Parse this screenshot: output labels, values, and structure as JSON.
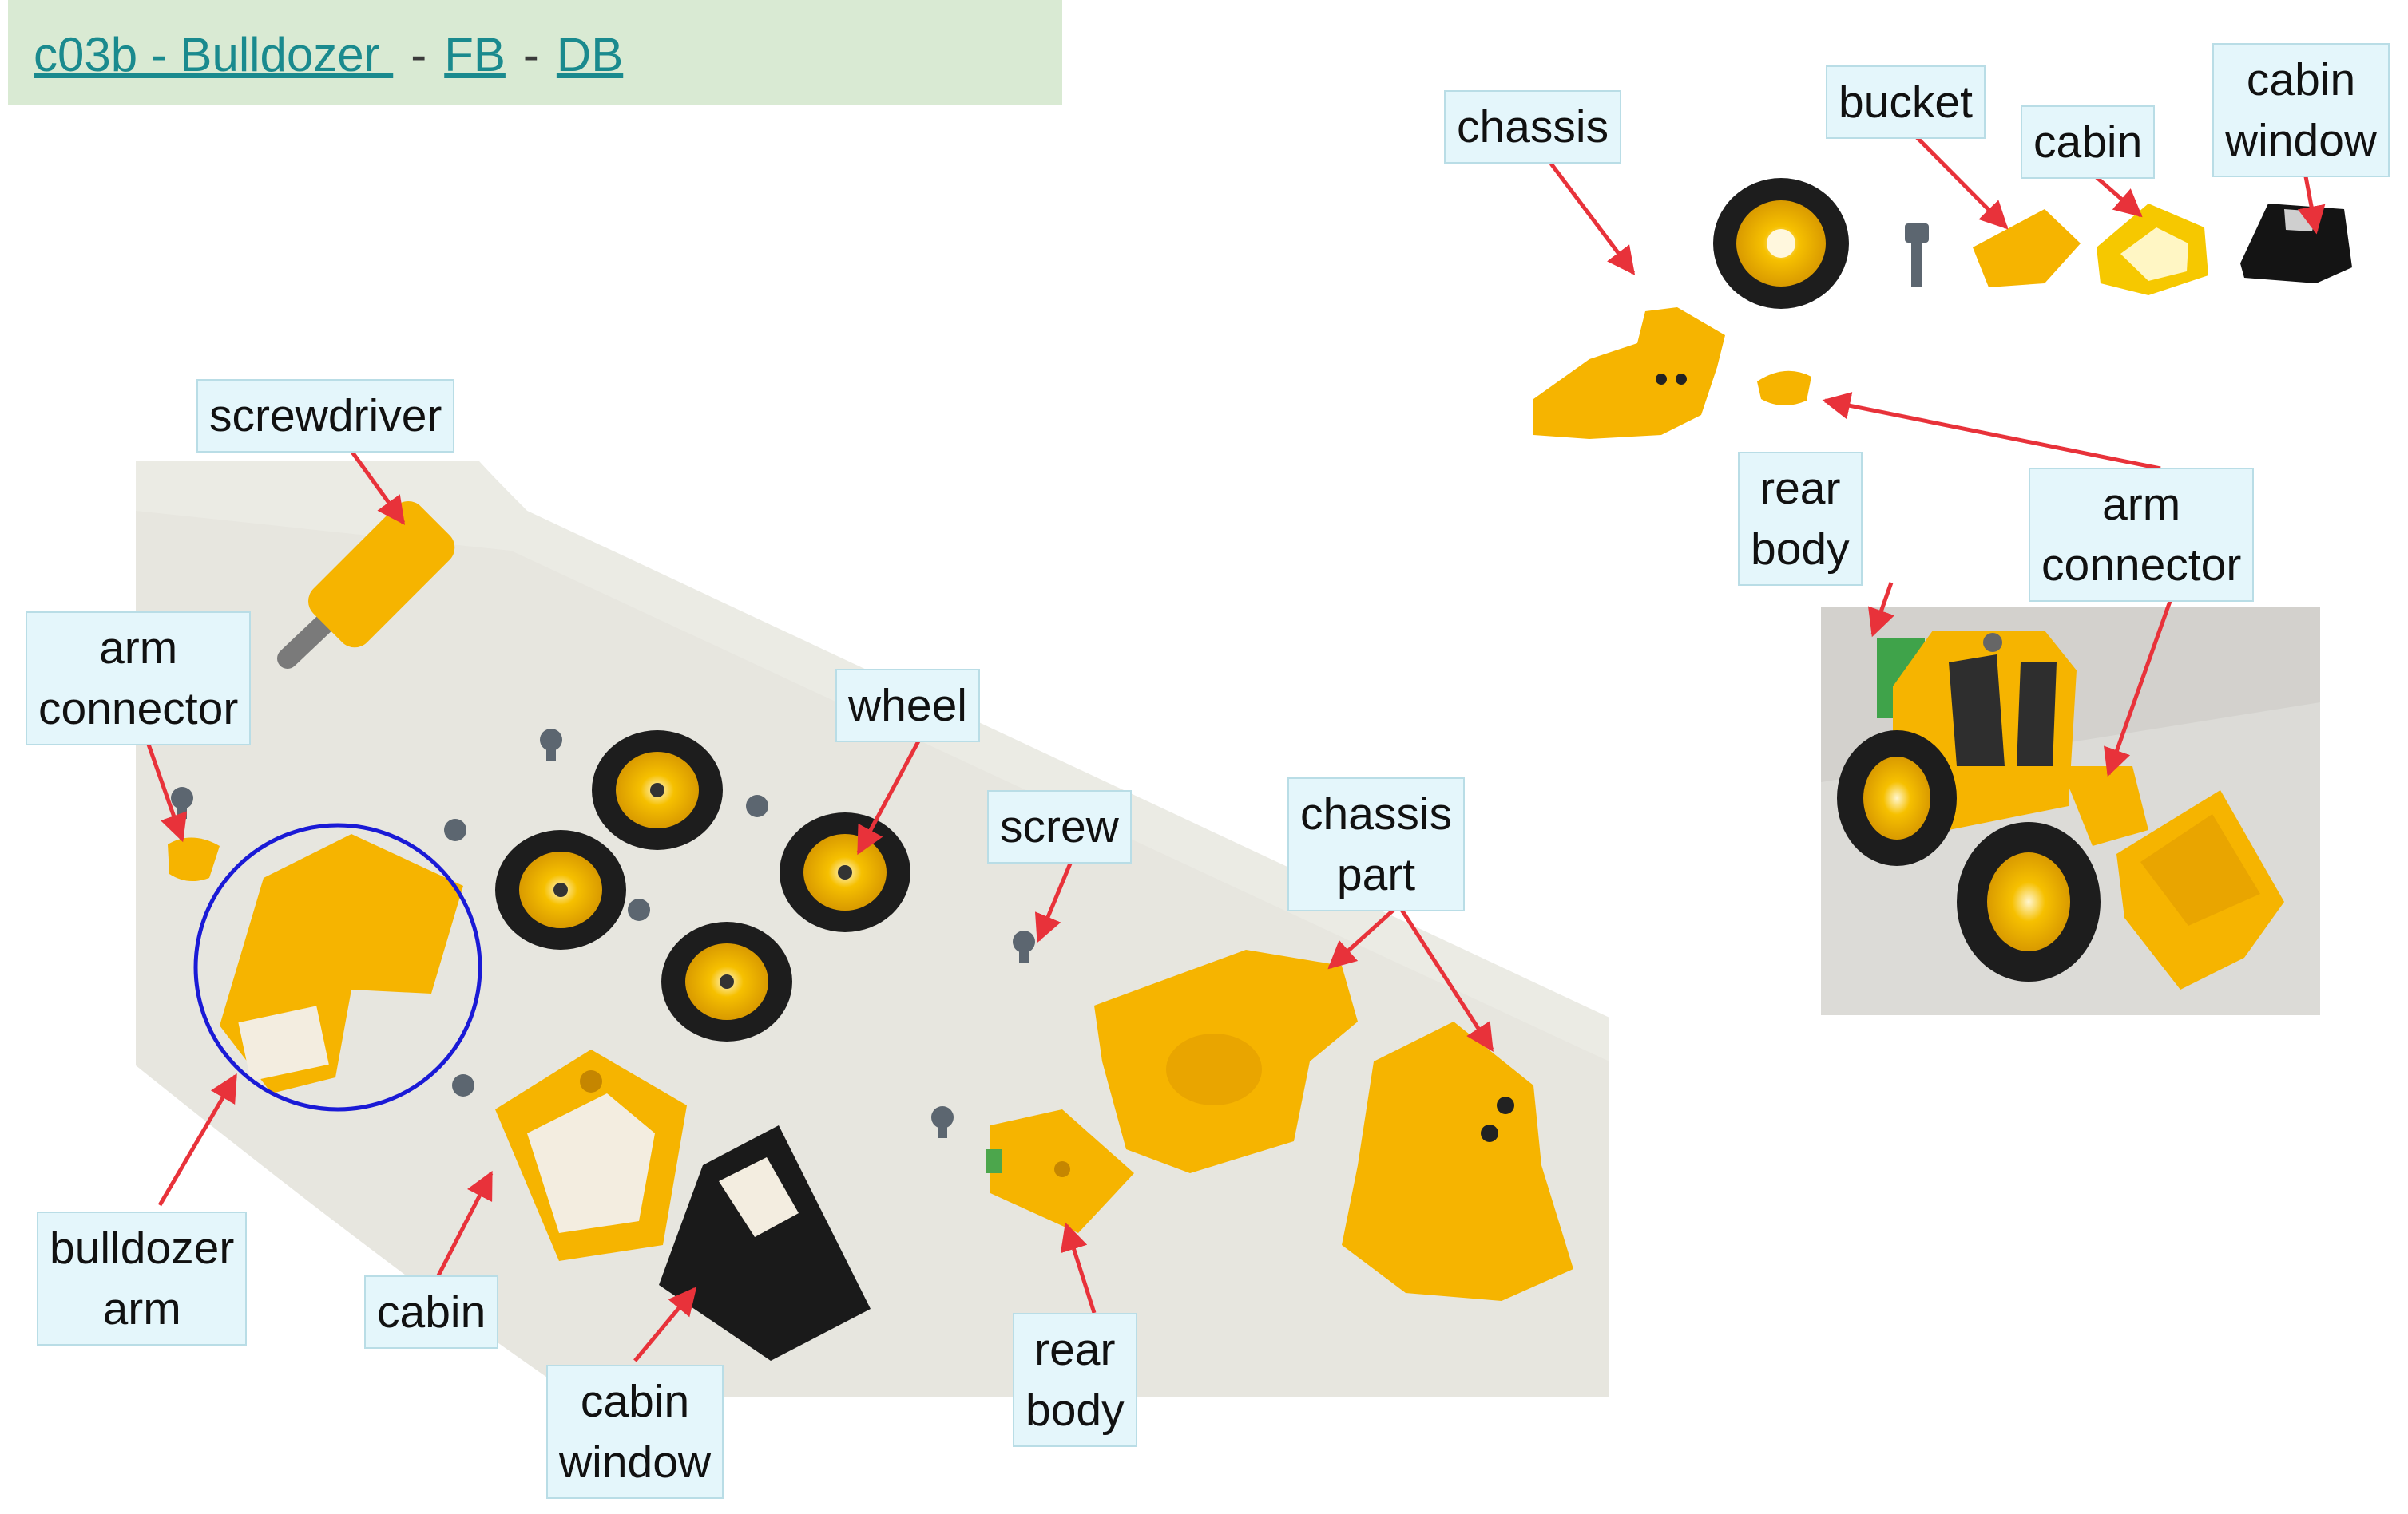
{
  "header": {
    "title_link": "c03b - Bulldozer ",
    "sep1": "-",
    "fb_link": "FB",
    "sep2": "-",
    "db_link": "DB"
  },
  "labels": {
    "screwdriver": "screwdriver",
    "arm_connector_left": "arm\nconnector",
    "wheel": "wheel",
    "screw": "screw",
    "chassis_part": "chassis\npart",
    "bulldozer_arm": "bulldozer\narm",
    "cabin_left": "cabin",
    "cabin_window_left": "cabin\nwindow",
    "rear_body_left": "rear\nbody",
    "chassis_top": "chassis",
    "bucket": "bucket",
    "cabin_top": "cabin",
    "cabin_window_top": "cabin\nwindow",
    "rear_body_right": "rear\nbody",
    "arm_connector_right": "arm\nconnector"
  },
  "colors": {
    "label_bg": "#e4f6fb",
    "arrow": "#e8323a",
    "highlight_circle": "#1a1ad6",
    "part_yellow": "#f6b400",
    "header_bg": "#d9ead3",
    "link": "#1a8a8e"
  }
}
